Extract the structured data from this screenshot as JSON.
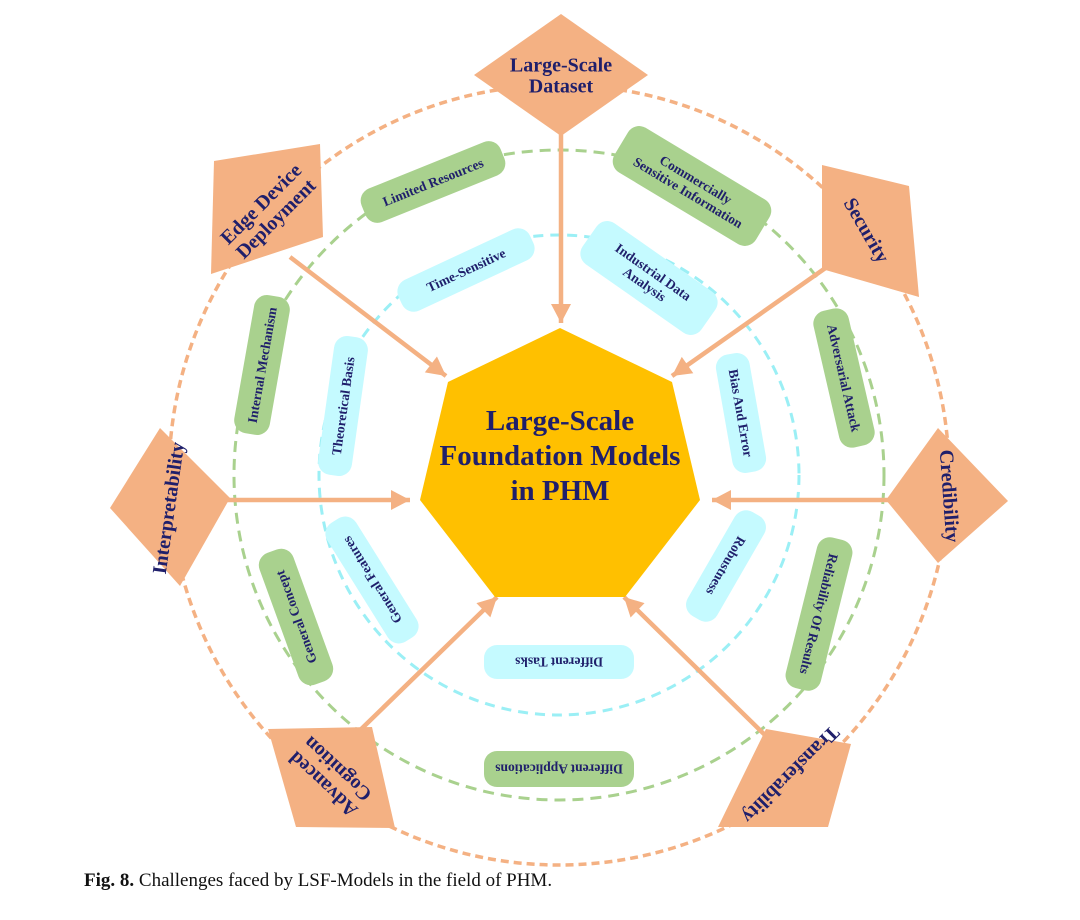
{
  "center": {
    "line1": "Large-Scale",
    "line2": "Foundation Models",
    "line3": "in PHM"
  },
  "challenges": [
    {
      "id": "dataset",
      "lines": [
        "Large-Scale",
        "Dataset"
      ]
    },
    {
      "id": "security",
      "lines": [
        "Security"
      ]
    },
    {
      "id": "credibility",
      "lines": [
        "Credibility"
      ]
    },
    {
      "id": "transferability",
      "lines": [
        "Transferability"
      ]
    },
    {
      "id": "advanced-cognition",
      "lines": [
        "Advanced",
        "Cognition"
      ]
    },
    {
      "id": "interpretability",
      "lines": [
        "Interpretability"
      ]
    },
    {
      "id": "edge-device-deployment",
      "lines": [
        "Edge Device",
        "Deployment"
      ]
    }
  ],
  "outer_labels": [
    {
      "id": "limited-resources",
      "lines": [
        "Limited Resources"
      ]
    },
    {
      "id": "commercially-sensitive-information",
      "lines": [
        "Commercially",
        "Sensitive Information"
      ]
    },
    {
      "id": "adversarial-attack",
      "lines": [
        "Adversarial Attack"
      ]
    },
    {
      "id": "reliability-of-results",
      "lines": [
        "Reliability Of Results"
      ]
    },
    {
      "id": "different-applications",
      "lines": [
        "Different Applications"
      ]
    },
    {
      "id": "general-concept",
      "lines": [
        "General Concept"
      ]
    },
    {
      "id": "internal-mechanism",
      "lines": [
        "Internal Mechanism"
      ]
    }
  ],
  "inner_labels": [
    {
      "id": "time-sensitive",
      "lines": [
        "Time-Sensitive"
      ]
    },
    {
      "id": "industrial-data-analysis",
      "lines": [
        "Industrial Data",
        "Analysis"
      ]
    },
    {
      "id": "bias-and-error",
      "lines": [
        "Bias And Error"
      ]
    },
    {
      "id": "robustness",
      "lines": [
        "Robustness"
      ]
    },
    {
      "id": "different-tasks",
      "lines": [
        "Different Tasks"
      ]
    },
    {
      "id": "general-features",
      "lines": [
        "General Features"
      ]
    },
    {
      "id": "theoretical-basis",
      "lines": [
        "Theoretical Basis"
      ]
    }
  ],
  "caption": {
    "prefix": "Fig. 8.",
    "text": " Challenges faced by LSF-Models in the field of PHM."
  },
  "colors": {
    "center_fill": "#FFC000",
    "challenge_fill": "#F4B183",
    "arrow": "#F4B183",
    "outer_ring": "#F4B183",
    "mid_ring": "#A9D18E",
    "inner_ring": "#9BEFF5",
    "outer_label_fill": "#A9D18E",
    "inner_label_fill": "#C5FAFF",
    "text": "#1F1F6B"
  }
}
